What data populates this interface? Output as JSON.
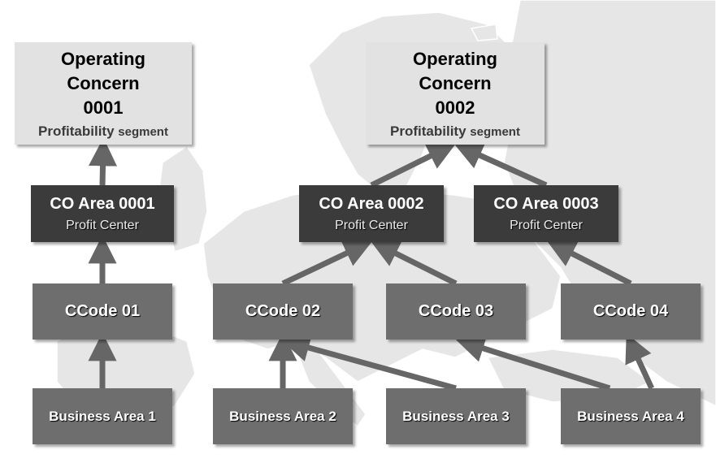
{
  "operating_concerns": [
    {
      "line1": "Operating",
      "line2": "Concern",
      "number": "0001",
      "seg_a": "Profitability",
      "seg_b": "segment"
    },
    {
      "line1": "Operating",
      "line2": "Concern",
      "number": "0002",
      "seg_a": "Profitability",
      "seg_b": "segment"
    }
  ],
  "co_areas": [
    {
      "title": "CO Area 0001",
      "sub": "Profit Center"
    },
    {
      "title": "CO Area 0002",
      "sub": "Profit Center"
    },
    {
      "title": "CO Area 0003",
      "sub": "Profit Center"
    }
  ],
  "company_codes": [
    "CCode 01",
    "CCode 02",
    "CCode 03",
    "CCode 04"
  ],
  "business_areas": [
    "Business Area 1",
    "Business Area 2",
    "Business Area 3",
    "Business Area 4"
  ],
  "links": [
    {
      "from": "business-area-1",
      "to": "ccode-01"
    },
    {
      "from": "business-area-2",
      "to": "ccode-02"
    },
    {
      "from": "business-area-3",
      "to": "ccode-02"
    },
    {
      "from": "business-area-4",
      "to": "ccode-03"
    },
    {
      "from": "business-area-4",
      "to": "ccode-04"
    },
    {
      "from": "ccode-01",
      "to": "co-area-0001"
    },
    {
      "from": "ccode-02",
      "to": "co-area-0002"
    },
    {
      "from": "ccode-03",
      "to": "co-area-0002"
    },
    {
      "from": "ccode-04",
      "to": "co-area-0003"
    },
    {
      "from": "co-area-0001",
      "to": "operating-concern-0001"
    },
    {
      "from": "co-area-0002",
      "to": "operating-concern-0002"
    },
    {
      "from": "co-area-0003",
      "to": "operating-concern-0002"
    }
  ],
  "colors": {
    "map_land": "#e6e6e6",
    "operating_concern_fill": "#e2e2e2",
    "co_area_fill": "#3b3b3b",
    "ccode_fill": "#6e6e6e",
    "business_area_fill": "#6e6e6e",
    "arrow": "#666666"
  }
}
